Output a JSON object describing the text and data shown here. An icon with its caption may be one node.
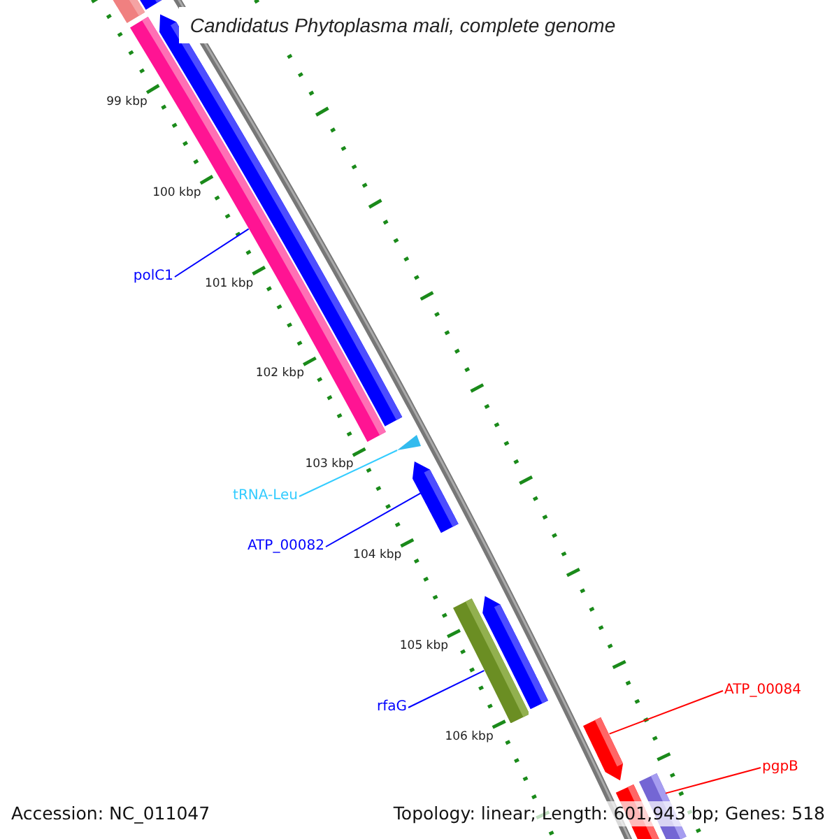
{
  "diagram": {
    "title": "Candidatus Phytoplasma mali, complete genome",
    "nodes": [
      {
        "text": [
          "polC1"
        ]
      },
      {
        "text": [
          "tRNA-Leu"
        ]
      },
      {
        "text": [
          "ATP_00082"
        ]
      },
      {
        "text": [
          "rfaG"
        ]
      },
      {
        "text": [
          "ATP_00084"
        ]
      },
      {
        "text": [
          "pgpB"
        ]
      },
      {
        "text": [],
        "shape": "bar"
      },
      {
        "text": [],
        "shape": "triangle"
      },
      {
        "text": [],
        "shape": "bar"
      },
      {
        "text": [],
        "shape": "bar"
      },
      {
        "text": [],
        "shape": "bar"
      },
      {
        "text": [],
        "shape": "bar"
      }
    ],
    "edges": [
      {
        "from": 0,
        "to": 6,
        "arrow": "none"
      },
      {
        "from": 1,
        "to": 7,
        "arrow": "none",
        "color": "#33ccff"
      },
      {
        "from": 2,
        "to": 8,
        "arrow": "none"
      },
      {
        "from": 3,
        "to": 9,
        "arrow": "none"
      },
      {
        "from": 4,
        "to": 10,
        "arrow": "none",
        "color": "#ff0000"
      },
      {
        "from": 5,
        "to": 11,
        "arrow": "none",
        "color": "#ff0000"
      }
    ],
    "labels": [
      "99 kbp",
      "100 kbp",
      "101 kbp",
      "102 kbp",
      "103 kbp",
      "104 kbp",
      "105 kbp",
      "106 kbp",
      "Accession: NC_011047",
      "Topology: linear; Length: 601,943 bp; Genes: 518"
    ]
  }
}
